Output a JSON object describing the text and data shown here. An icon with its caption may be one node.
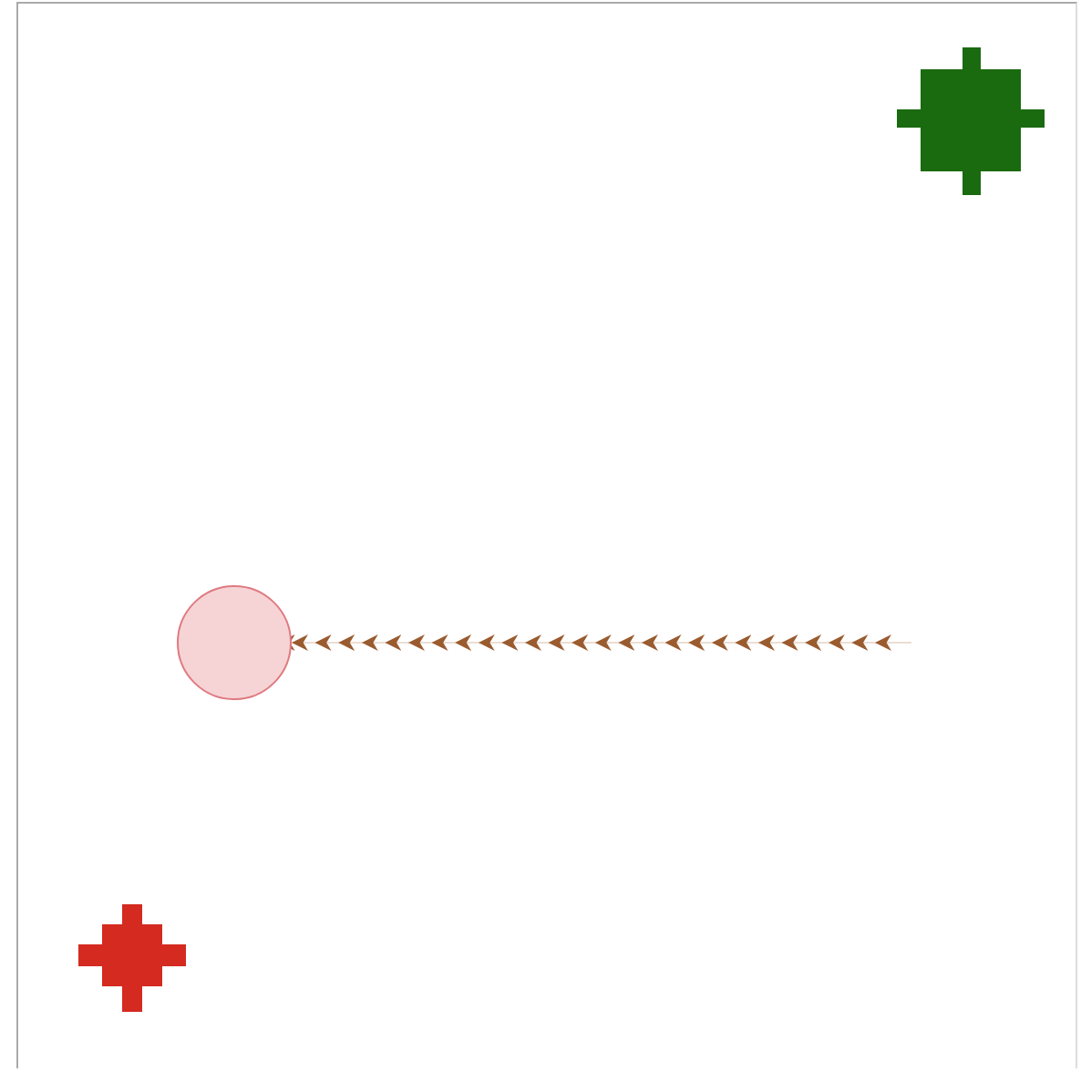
{
  "diagram": {
    "nodes": [
      {
        "text": [],
        "shape": "cross"
      },
      {
        "text": [],
        "shape": "circle"
      },
      {
        "text": [],
        "shape": "diamond"
      }
    ],
    "edges": [
      {
        "from": null,
        "to": 1,
        "arrow": "to"
      }
    ]
  }
}
